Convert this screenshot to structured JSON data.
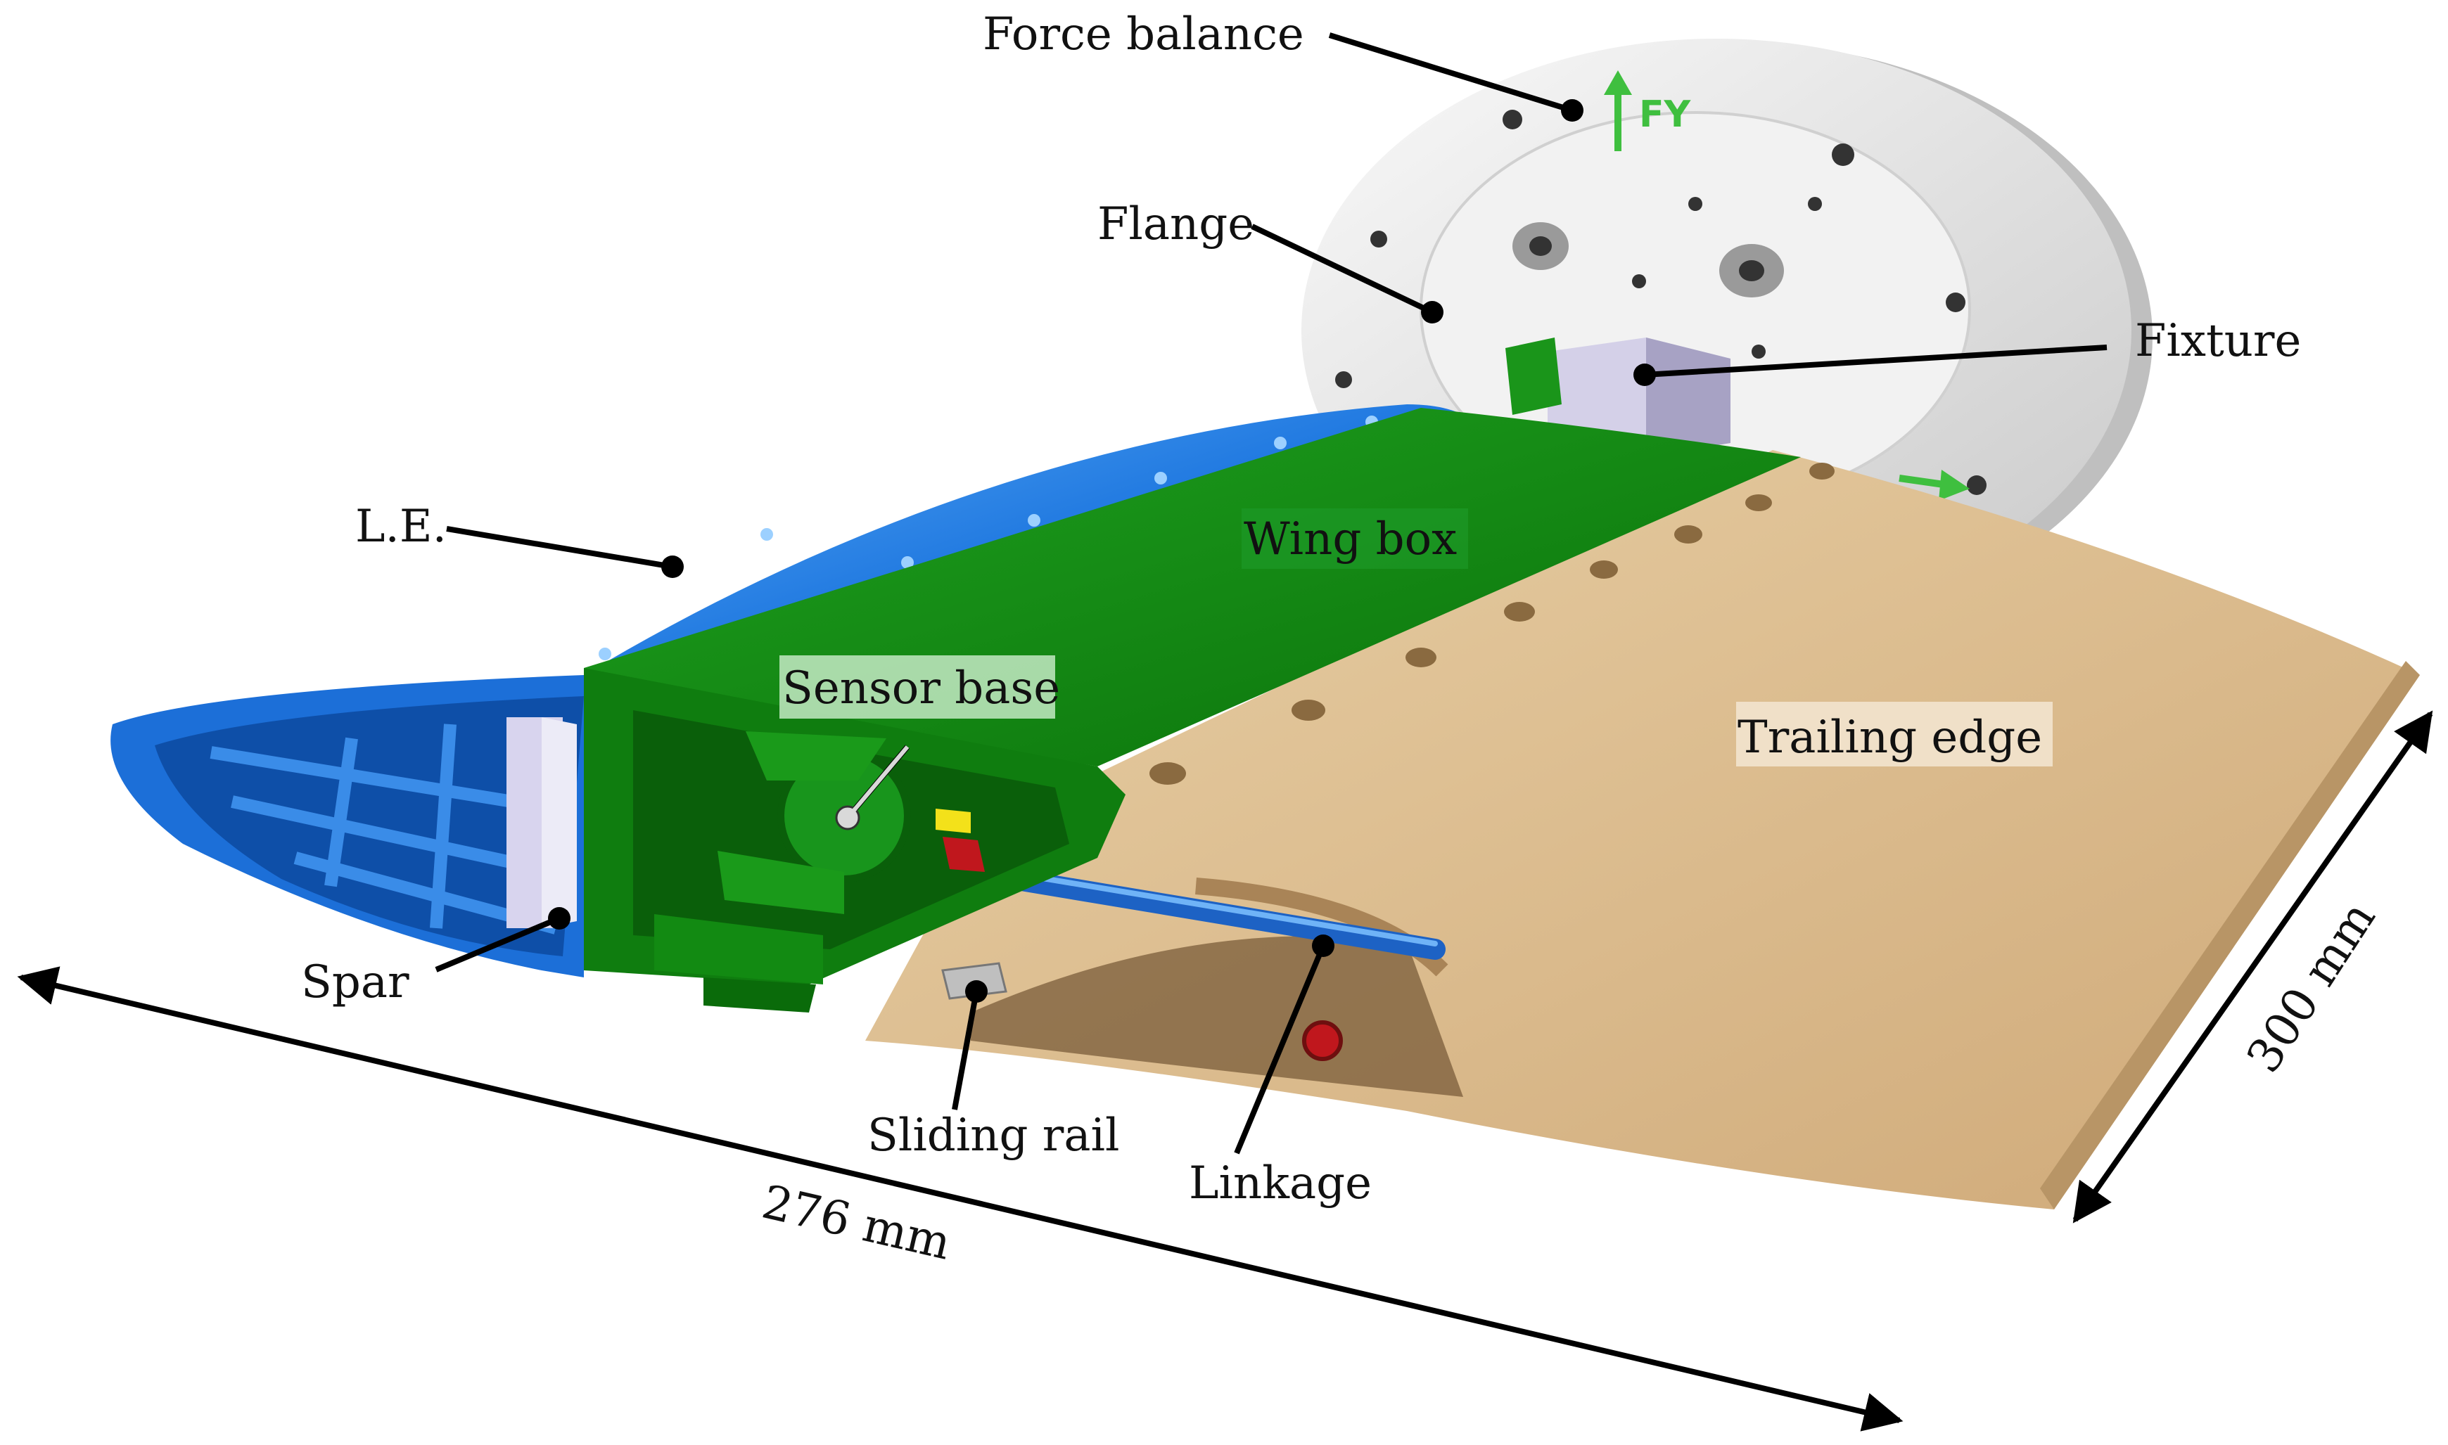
{
  "labels": {
    "force_balance": "Force balance",
    "flange": "Flange",
    "fixture": "Fixture",
    "le": "L.E.",
    "wing_box": "Wing box",
    "sensor_base": "Sensor base",
    "trailing_edge": "Trailing edge",
    "spar": "Spar",
    "sliding_rail": "Sliding rail",
    "linkage": "Linkage"
  },
  "dimensions": {
    "span": "276 mm",
    "chord": "300 mm"
  },
  "axis_marker": "FY",
  "colors": {
    "leading_edge": "#1f78e0",
    "wing_box": "#128a12",
    "trailing_edge": "#d9b98a",
    "balance": "#e8e8e8",
    "arrow": "#3fbf3f"
  }
}
